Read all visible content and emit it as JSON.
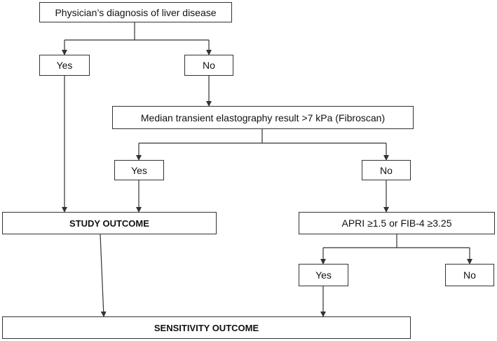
{
  "nodes": {
    "diagnosis": "Physician’s diagnosis of liver disease",
    "yes1": "Yes",
    "no1": "No",
    "elastography": "Median transient elastography result >7 kPa (Fibroscan)",
    "yes2": "Yes",
    "no2": "No",
    "study_outcome": "STUDY OUTCOME",
    "apri": "APRI ≥1.5 or FIB-4 ≥3.25",
    "yes3": "Yes",
    "no3": "No",
    "sensitivity_outcome": "SENSITIVITY OUTCOME"
  },
  "colors": {
    "line": "#333333",
    "box_border": "#333333",
    "background": "#ffffff"
  }
}
